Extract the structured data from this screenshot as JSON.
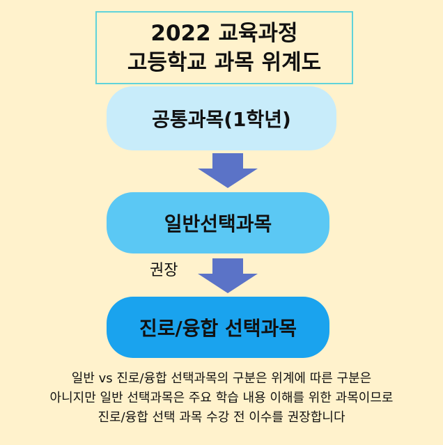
{
  "title": {
    "line1": "2022 교육과정",
    "line2": "고등학교 과목 위계도"
  },
  "stages": [
    {
      "label": "공통과목(1학년)",
      "color": "#C8ECFA"
    },
    {
      "label": "일반선택과목",
      "color": "#5BC8F4"
    },
    {
      "label": "진로/융합 선택과목",
      "color": "#1AA3EE"
    }
  ],
  "arrow_label": "권장",
  "arrow_color": "#5B73C7",
  "note": {
    "line1": "일반 vs 진로/융합 선택과목의 구분은 위계에 따른 구분은",
    "line2": "아니지만 일반 선택과목은 주요 학습 내용 이해를 위한 과목이므로",
    "line3": "진로/융합 선택 과목 수강 전 이수를 권장합니다"
  }
}
